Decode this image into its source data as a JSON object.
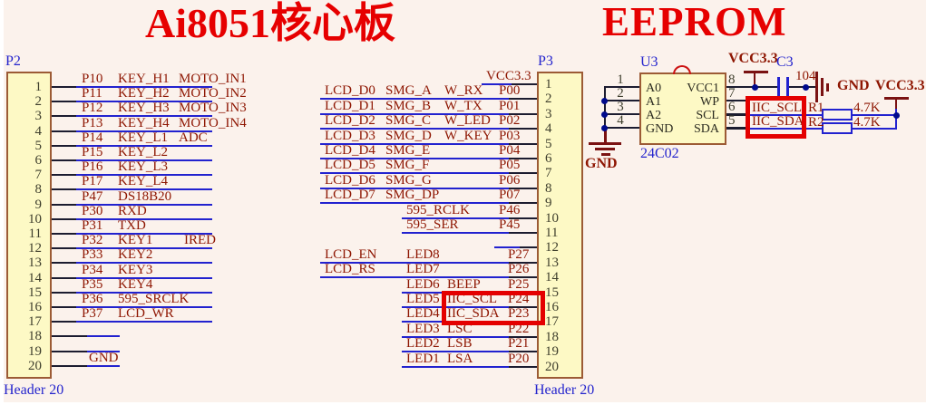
{
  "titles": {
    "board": "Ai8051核心板",
    "eeprom": "EEPROM"
  },
  "headers": {
    "p2": {
      "designator": "P2",
      "type_label": "Header 20",
      "pins": [
        {
          "n": "1",
          "wire": "full",
          "labels": [
            [
              "P10",
              "a"
            ],
            [
              "KEY_H1",
              "b"
            ],
            [
              "MOTO_IN1",
              "c"
            ]
          ]
        },
        {
          "n": "2",
          "wire": "full",
          "labels": [
            [
              "P11",
              "a"
            ],
            [
              "KEY_H2",
              "b"
            ],
            [
              "MOTO_IN2",
              "c"
            ]
          ]
        },
        {
          "n": "3",
          "wire": "full",
          "labels": [
            [
              "P12",
              "a"
            ],
            [
              "KEY_H3",
              "b"
            ],
            [
              "MOTO_IN3",
              "c"
            ]
          ]
        },
        {
          "n": "4",
          "wire": "full",
          "labels": [
            [
              "P13",
              "a"
            ],
            [
              "KEY_H4",
              "b"
            ],
            [
              "MOTO_IN4",
              "c"
            ]
          ]
        },
        {
          "n": "5",
          "wire": "full",
          "labels": [
            [
              "P14",
              "a"
            ],
            [
              "KEY_L1",
              "b"
            ],
            [
              "ADC",
              "c"
            ]
          ]
        },
        {
          "n": "6",
          "wire": "full",
          "labels": [
            [
              "P15",
              "a"
            ],
            [
              "KEY_L2",
              "b"
            ]
          ]
        },
        {
          "n": "7",
          "wire": "full",
          "labels": [
            [
              "P16",
              "a"
            ],
            [
              "KEY_L3",
              "b"
            ]
          ]
        },
        {
          "n": "8",
          "wire": "full",
          "labels": [
            [
              "P17",
              "a"
            ],
            [
              "KEY_L4",
              "b"
            ]
          ]
        },
        {
          "n": "9",
          "wire": "full",
          "labels": [
            [
              "P47",
              "a"
            ],
            [
              "DS18B20",
              "b"
            ]
          ]
        },
        {
          "n": "10",
          "wire": "full",
          "labels": [
            [
              "P30",
              "a"
            ],
            [
              "RXD",
              "b"
            ]
          ]
        },
        {
          "n": "11",
          "wire": "full",
          "labels": [
            [
              "P31",
              "a"
            ],
            [
              "TXD",
              "b"
            ]
          ]
        },
        {
          "n": "12",
          "wire": "full",
          "labels": [
            [
              "P32",
              "a"
            ],
            [
              "KEY1",
              "b"
            ],
            [
              "IRED",
              "d"
            ]
          ]
        },
        {
          "n": "13",
          "wire": "full",
          "labels": [
            [
              "P33",
              "a"
            ],
            [
              "KEY2",
              "b"
            ]
          ]
        },
        {
          "n": "14",
          "wire": "full",
          "labels": [
            [
              "P34",
              "a"
            ],
            [
              "KEY3",
              "b"
            ]
          ]
        },
        {
          "n": "15",
          "wire": "full",
          "labels": [
            [
              "P35",
              "a"
            ],
            [
              "KEY4",
              "b"
            ]
          ]
        },
        {
          "n": "16",
          "wire": "full",
          "labels": [
            [
              "P36",
              "a"
            ],
            [
              "595_SRCLK",
              "b"
            ]
          ]
        },
        {
          "n": "17",
          "wire": "full",
          "labels": [
            [
              "P37",
              "a"
            ],
            [
              "LCD_WR",
              "b"
            ]
          ]
        },
        {
          "n": "18",
          "wire": "short",
          "labels": []
        },
        {
          "n": "19",
          "wire": "short",
          "labels": []
        },
        {
          "n": "20",
          "wire": "short",
          "labels": [
            [
              "GND",
              "g"
            ]
          ]
        }
      ]
    },
    "p3": {
      "designator": "P3",
      "type_label": "Header 20",
      "pins": [
        {
          "n": "1",
          "wire": "vcc",
          "labels": [
            [
              "VCC3.3",
              "v"
            ]
          ]
        },
        {
          "n": "2",
          "wire": "full",
          "labels": [
            [
              "LCD_D0",
              "a"
            ],
            [
              "SMG_A",
              "b"
            ],
            [
              "W_RX",
              "d"
            ],
            [
              "P00",
              "f"
            ]
          ]
        },
        {
          "n": "3",
          "wire": "full",
          "labels": [
            [
              "LCD_D1",
              "a"
            ],
            [
              "SMG_B",
              "b"
            ],
            [
              "W_TX",
              "d"
            ],
            [
              "P01",
              "f"
            ]
          ]
        },
        {
          "n": "4",
          "wire": "full",
          "labels": [
            [
              "LCD_D2",
              "a"
            ],
            [
              "SMG_C",
              "b"
            ],
            [
              "W_LED",
              "d"
            ],
            [
              "P02",
              "f"
            ]
          ]
        },
        {
          "n": "5",
          "wire": "full",
          "labels": [
            [
              "LCD_D3",
              "a"
            ],
            [
              "SMG_D",
              "b"
            ],
            [
              "W_KEY",
              "d"
            ],
            [
              "P03",
              "f"
            ]
          ]
        },
        {
          "n": "6",
          "wire": "full",
          "labels": [
            [
              "LCD_D4",
              "a"
            ],
            [
              "SMG_E",
              "b"
            ],
            [
              "P04",
              "f"
            ]
          ]
        },
        {
          "n": "7",
          "wire": "full",
          "labels": [
            [
              "LCD_D5",
              "a"
            ],
            [
              "SMG_F",
              "b"
            ],
            [
              "P05",
              "f"
            ]
          ]
        },
        {
          "n": "8",
          "wire": "full",
          "labels": [
            [
              "LCD_D6",
              "a"
            ],
            [
              "SMG_G",
              "b"
            ],
            [
              "P06",
              "f"
            ]
          ]
        },
        {
          "n": "9",
          "wire": "full",
          "labels": [
            [
              "LCD_D7",
              "a"
            ],
            [
              "SMG_DP",
              "b"
            ],
            [
              "P07",
              "f"
            ]
          ]
        },
        {
          "n": "10",
          "wire": "mid",
          "labels": [
            [
              "595_RCLK",
              "c"
            ],
            [
              "P46",
              "f"
            ]
          ]
        },
        {
          "n": "11",
          "wire": "mid",
          "labels": [
            [
              "595_SER",
              "c"
            ],
            [
              "P45",
              "f"
            ]
          ]
        },
        {
          "n": "12",
          "wire": "stub",
          "labels": []
        },
        {
          "n": "13",
          "wire": "full",
          "labels": [
            [
              "LCD_EN",
              "a"
            ],
            [
              "LED8",
              "c"
            ],
            [
              "P27",
              "g"
            ]
          ]
        },
        {
          "n": "14",
          "wire": "full",
          "labels": [
            [
              "LCD_RS",
              "a"
            ],
            [
              "LED7",
              "c"
            ],
            [
              "P26",
              "g"
            ]
          ]
        },
        {
          "n": "15",
          "wire": "mid",
          "labels": [
            [
              "LED6",
              "c"
            ],
            [
              "BEEP",
              "e"
            ],
            [
              "P25",
              "g"
            ]
          ]
        },
        {
          "n": "16",
          "wire": "mid",
          "labels": [
            [
              "LED5",
              "c"
            ],
            [
              "IIC_SCL",
              "e"
            ],
            [
              "P24",
              "g"
            ]
          ]
        },
        {
          "n": "17",
          "wire": "mid",
          "labels": [
            [
              "LED4",
              "c"
            ],
            [
              "IIC_SDA",
              "e"
            ],
            [
              "P23",
              "g"
            ]
          ]
        },
        {
          "n": "18",
          "wire": "mid",
          "labels": [
            [
              "LED3",
              "c"
            ],
            [
              "LSC",
              "e"
            ],
            [
              "P22",
              "g"
            ]
          ]
        },
        {
          "n": "19",
          "wire": "mid",
          "labels": [
            [
              "LED2",
              "c"
            ],
            [
              "LSB",
              "e"
            ],
            [
              "P21",
              "g"
            ]
          ]
        },
        {
          "n": "20",
          "wire": "mid",
          "labels": [
            [
              "LED1",
              "c"
            ],
            [
              "LSA",
              "e"
            ],
            [
              "P20",
              "g"
            ]
          ]
        }
      ]
    }
  },
  "eeprom": {
    "designator": "U3",
    "part": "24C02",
    "pins_left": [
      [
        "1",
        "A0"
      ],
      [
        "2",
        "A1"
      ],
      [
        "3",
        "A2"
      ],
      [
        "4",
        "GND"
      ]
    ],
    "pins_right": [
      [
        "8",
        "VCC1"
      ],
      [
        "7",
        "WP"
      ],
      [
        "6",
        "SCL"
      ],
      [
        "5",
        "SDA"
      ]
    ],
    "vcc_top": "VCC3.3",
    "gnd_left": "GND",
    "gnd_mid": "GND",
    "vcc_right": "VCC3.3",
    "cap_ref": "C3",
    "cap_value": "104",
    "r1_ref": "R1",
    "r1_value": "4.7K",
    "r2_ref": "R2",
    "r2_value": "4.7K",
    "net_scl": "IIC_SCL",
    "net_sda": "IIC_SDA"
  },
  "colors": {
    "background": "#fbf2ec",
    "header_fill": "#fdf9c5",
    "header_border": "#9c5b35",
    "wire_blue": "#2222cf",
    "wire_black": "#1c1c30",
    "net_label_red": "#8e1602",
    "designator_blue": "#2424cd",
    "junction_navy": "#000a8c",
    "highlight_red": "#e40000",
    "title_red": "#e60000",
    "power_maroon": "#7a1212"
  }
}
